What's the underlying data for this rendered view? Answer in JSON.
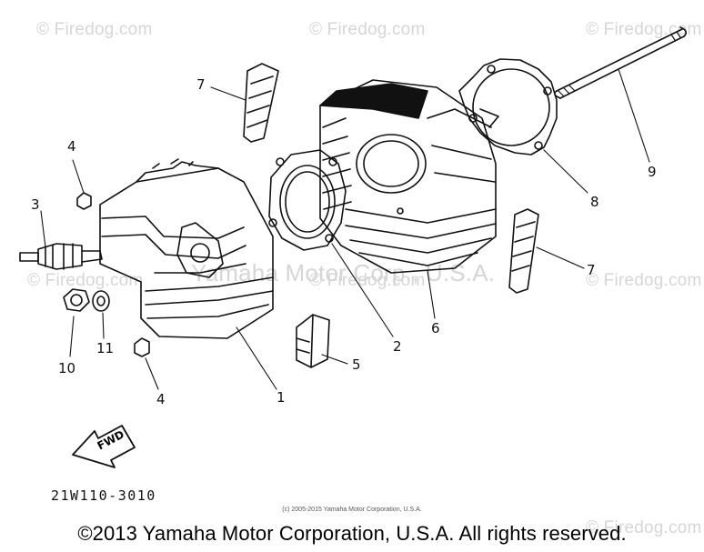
{
  "watermarks": [
    "© Firedog.com",
    "© Firedog.com",
    "© Firedog.com",
    "© Firedog.com",
    "© Firedog.com",
    "© Firedog.com",
    "© Firedog.com",
    "Yamaha Motor Corp., U.S.A."
  ],
  "callouts": [
    "1",
    "2",
    "3",
    "4",
    "4",
    "5",
    "6",
    "7",
    "7",
    "8",
    "9",
    "10",
    "11"
  ],
  "fwd_label": "FWD",
  "diagram_code": "21W110-3010",
  "small_copyright": "(c) 2005-2015 Yamaha Motor Corporation, U.S.A.",
  "footer_copyright": "©2013 Yamaha Motor Corporation, U.S.A. All rights reserved.",
  "colors": {
    "line": "#111111",
    "watermark": "#d6d6d6",
    "background": "#ffffff"
  }
}
